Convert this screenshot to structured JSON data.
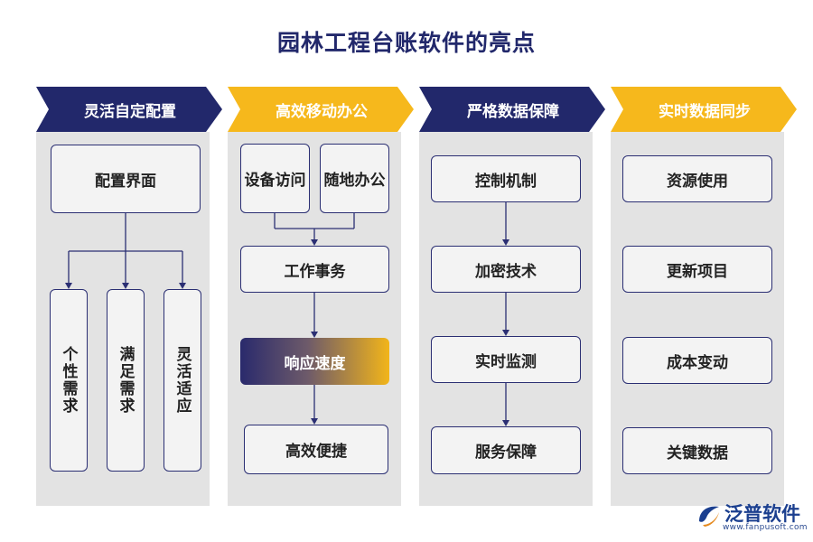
{
  "title": "园林工程台账软件的亮点",
  "colors": {
    "navy": "#22286b",
    "yellow": "#f6b81c",
    "column_bg": "#e3e3e3",
    "box_border": "#2b2f73"
  },
  "columns": [
    {
      "header": "灵活自定配置",
      "top_box": "配置界面",
      "vertical_boxes": [
        "个性需求",
        "满足需求",
        "灵活适应"
      ]
    },
    {
      "header": "高效移动办公",
      "top_boxes": [
        "设备访问",
        "随地办公"
      ],
      "steps": [
        "工作事务",
        "响应速度",
        "高效便捷"
      ]
    },
    {
      "header": "严格数据保障",
      "steps": [
        "控制机制",
        "加密技术",
        "实时监测",
        "服务保障"
      ]
    },
    {
      "header": "实时数据同步",
      "items": [
        "资源使用",
        "更新项目",
        "成本变动",
        "关键数据"
      ]
    }
  ],
  "logo": {
    "name": "泛普软件",
    "url": "www.fanpusoft.com",
    "icon": "fanpu-logo-icon"
  }
}
